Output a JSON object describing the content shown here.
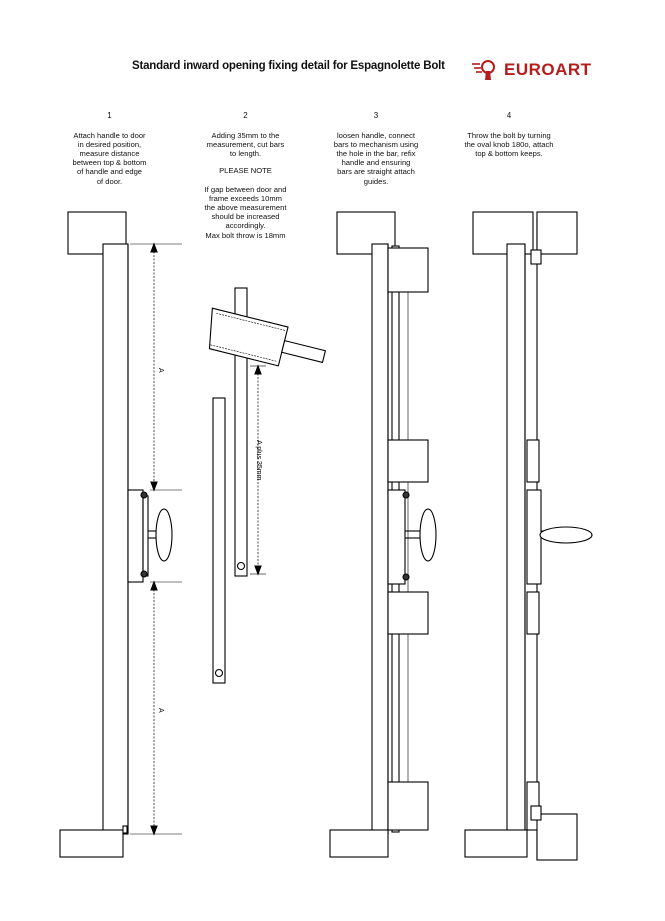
{
  "header": {
    "title": "Standard inward opening fixing detail for Espagnolette Bolt",
    "brand": "EUROART",
    "brand_color": "#b51d1d"
  },
  "steps": [
    {
      "number": "1",
      "text": "Attach handle to door\nin desired position,\nmeasure distance\nbetween top & bottom\nof handle and edge\nof door."
    },
    {
      "number": "2",
      "text": "Adding 35mm to the\nmeasurement, cut bars\nto length.",
      "note_title": "PLEASE NOTE",
      "note": "If gap between door and\nframe exceeds 10mm\nthe above measurement\nshould be increased\naccordingly.\nMax bolt throw is 18mm"
    },
    {
      "number": "3",
      "text": "loosen handle, connect\nbars to mechanism using\nthe hole in the bar, refix\nhandle and ensuring\nbars are straight attach\nguides."
    },
    {
      "number": "4",
      "text": "Throw the bolt by turning\nthe oval knob 180o, attach\ntop & bottom keeps."
    }
  ],
  "figure_labels": {
    "dim_a_top": "A",
    "dim_a_bottom": "A",
    "dim_a_plus": "A plus 35mm"
  }
}
